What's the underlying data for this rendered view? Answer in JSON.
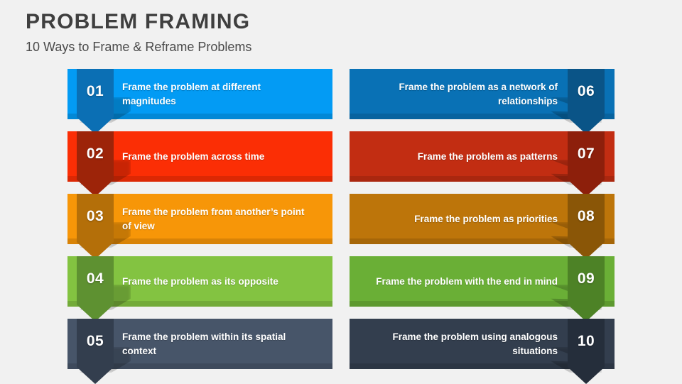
{
  "header": {
    "title": "PROBLEM FRAMING",
    "subtitle": "10 Ways to Frame & Reframe Problems",
    "title_color": "#3f3f3f",
    "subtitle_color": "#4a4a4a"
  },
  "background_color": "#f1f1f1",
  "columns": {
    "left": [
      {
        "number": "01",
        "label": "Frame the problem at different magnitudes",
        "bar_color": "#039bf4",
        "badge_color": "#0b6fb4"
      },
      {
        "number": "02",
        "label": "Frame the problem across time",
        "bar_color": "#fb2e05",
        "badge_color": "#9d2409"
      },
      {
        "number": "03",
        "label": "Frame the problem from another’s point of view",
        "bar_color": "#f79608",
        "badge_color": "#b46f09"
      },
      {
        "number": "04",
        "label": "Frame the problem as its opposite",
        "bar_color": "#83c341",
        "badge_color": "#5e9131"
      },
      {
        "number": "05",
        "label": "Frame the problem within its spatial context",
        "bar_color": "#475569",
        "badge_color": "#333e4e"
      }
    ],
    "right": [
      {
        "number": "06",
        "label": "Frame the problem as a network of relationships",
        "bar_color": "#0971b5",
        "badge_color": "#0a5487"
      },
      {
        "number": "07",
        "label": "Frame the problem as patterns",
        "bar_color": "#c22d12",
        "badge_color": "#8d1f0b"
      },
      {
        "number": "08",
        "label": "Frame the problem as priorities",
        "bar_color": "#bd750a",
        "badge_color": "#8a5607"
      },
      {
        "number": "09",
        "label": "Frame the problem with the end in mind",
        "bar_color": "#6aaf36",
        "badge_color": "#4d8226"
      },
      {
        "number": "10",
        "label": "Frame the problem using analogous situations",
        "bar_color": "#333e4e",
        "badge_color": "#252e3b"
      }
    ]
  }
}
